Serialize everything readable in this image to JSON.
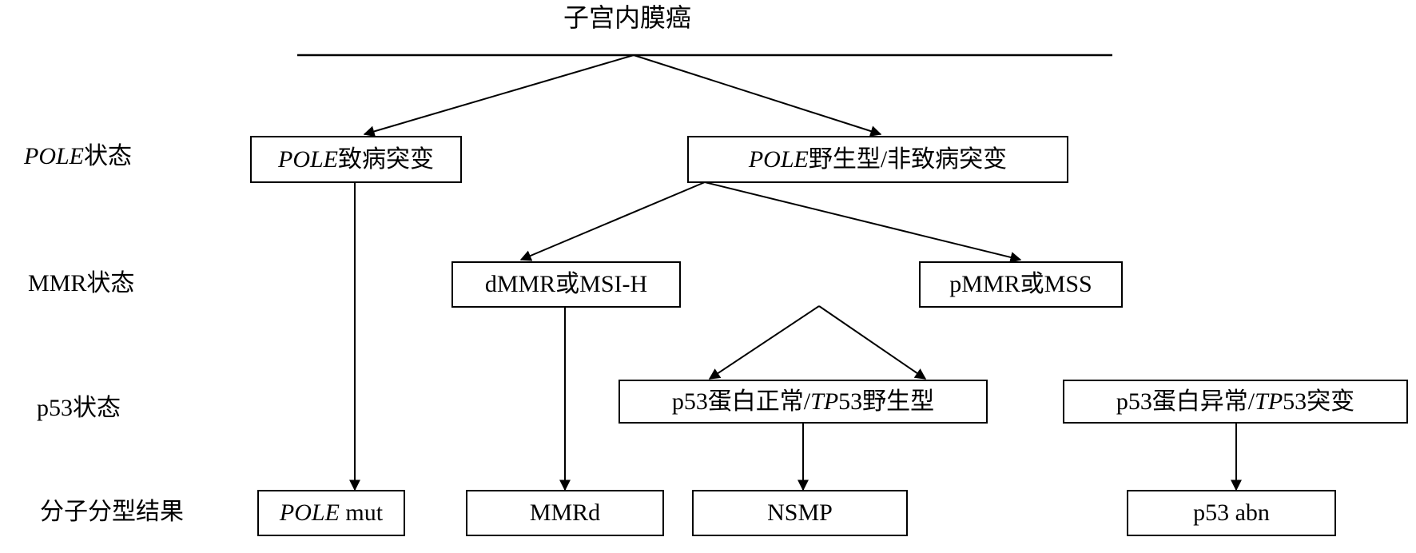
{
  "diagram": {
    "title": "子宫内膜癌",
    "row_labels": [
      {
        "name": "pole-status",
        "italic_prefix": "POLE",
        "text": "状态"
      },
      {
        "name": "mmr-status",
        "italic_prefix": "",
        "text": "MMR状态"
      },
      {
        "name": "p53-status",
        "italic_prefix": "",
        "text": "p53状态"
      },
      {
        "name": "molecular-result",
        "italic_prefix": "",
        "text": "分子分型结果"
      }
    ],
    "nodes": {
      "pole_mutated": {
        "italic_prefix": "POLE",
        "text": "致病突变"
      },
      "pole_wildtype": {
        "italic_prefix": "POLE",
        "text": "野生型/非致病突变"
      },
      "dmmr": {
        "italic_prefix": "",
        "text": "dMMR或MSI-H"
      },
      "pmmr": {
        "italic_prefix": "",
        "text": "pMMR或MSS"
      },
      "p53_normal": {
        "prefix": "p53蛋白正常/",
        "italic_mid": "TP",
        "suffix": "53野生型"
      },
      "p53_abnormal": {
        "prefix": "p53蛋白异常/",
        "italic_mid": "TP",
        "suffix": "53突变"
      },
      "result_pole": {
        "italic_prefix": "POLE",
        "text": " mut"
      },
      "result_mmrd": {
        "italic_prefix": "",
        "text": "MMRd"
      },
      "result_nsmp": {
        "italic_prefix": "",
        "text": "NSMP"
      },
      "result_p53abn": {
        "italic_prefix": "",
        "text": "p53 abn"
      }
    },
    "colors": {
      "line": "#000000",
      "box_border": "#000000",
      "background": "#ffffff",
      "text": "#000000"
    }
  }
}
